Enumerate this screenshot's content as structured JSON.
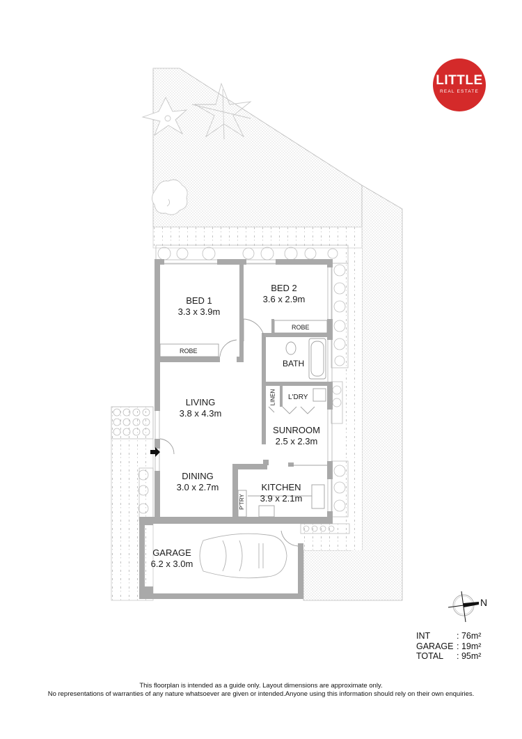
{
  "brand": {
    "logo_main": "LITTLE",
    "logo_sub": "REAL ESTATE",
    "logo_color": "#d42a2a"
  },
  "rooms": {
    "bed1": {
      "name": "BED 1",
      "dims": "3.3 x 3.9m"
    },
    "bed2": {
      "name": "BED 2",
      "dims": "3.6 x 2.9m"
    },
    "living": {
      "name": "LIVING",
      "dims": "3.8 x 4.3m"
    },
    "dining": {
      "name": "DINING",
      "dims": "3.0 x 2.7m"
    },
    "sunroom": {
      "name": "SUNROOM",
      "dims": "2.5 x 2.3m"
    },
    "kitchen": {
      "name": "KITCHEN",
      "dims": "3.9 x 2.1m"
    },
    "garage": {
      "name": "GARAGE",
      "dims": "6.2 x 3.0m"
    }
  },
  "fixtures": {
    "robe1": "ROBE",
    "robe2": "ROBE",
    "bath": "BATH",
    "linen": "LINEN",
    "laundry": "L'DRY",
    "pantry": "P'TRY"
  },
  "compass": {
    "label": "N",
    "icon": "compass-north-arrow-icon"
  },
  "areas": [
    {
      "key": "INT",
      "value": ": 76m²"
    },
    {
      "key": "GARAGE",
      "value": ": 19m²"
    },
    {
      "key": "TOTAL",
      "value": ": 95m²"
    }
  ],
  "disclaimer": {
    "line1": "This floorplan is intended as a guide only. Layout dimensions are approximate only.",
    "line2": "No representations of warranties of any nature whatsoever are given or intended.Anyone using this information should rely on their own enquiries."
  },
  "colors": {
    "wall": "#a9a9a9",
    "line": "#b8b8b8",
    "dot": "#c4c4c4"
  }
}
